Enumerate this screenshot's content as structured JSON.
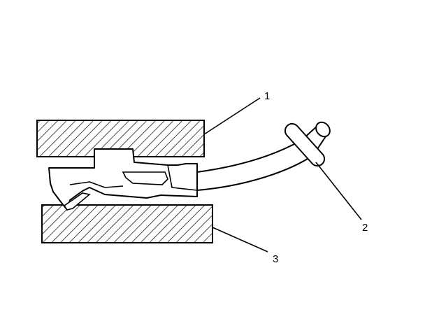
{
  "diagram": {
    "callouts": [
      {
        "id": "upper-block",
        "label": "1"
      },
      {
        "id": "seal",
        "label": "2"
      },
      {
        "id": "lower-block",
        "label": "3"
      }
    ]
  }
}
